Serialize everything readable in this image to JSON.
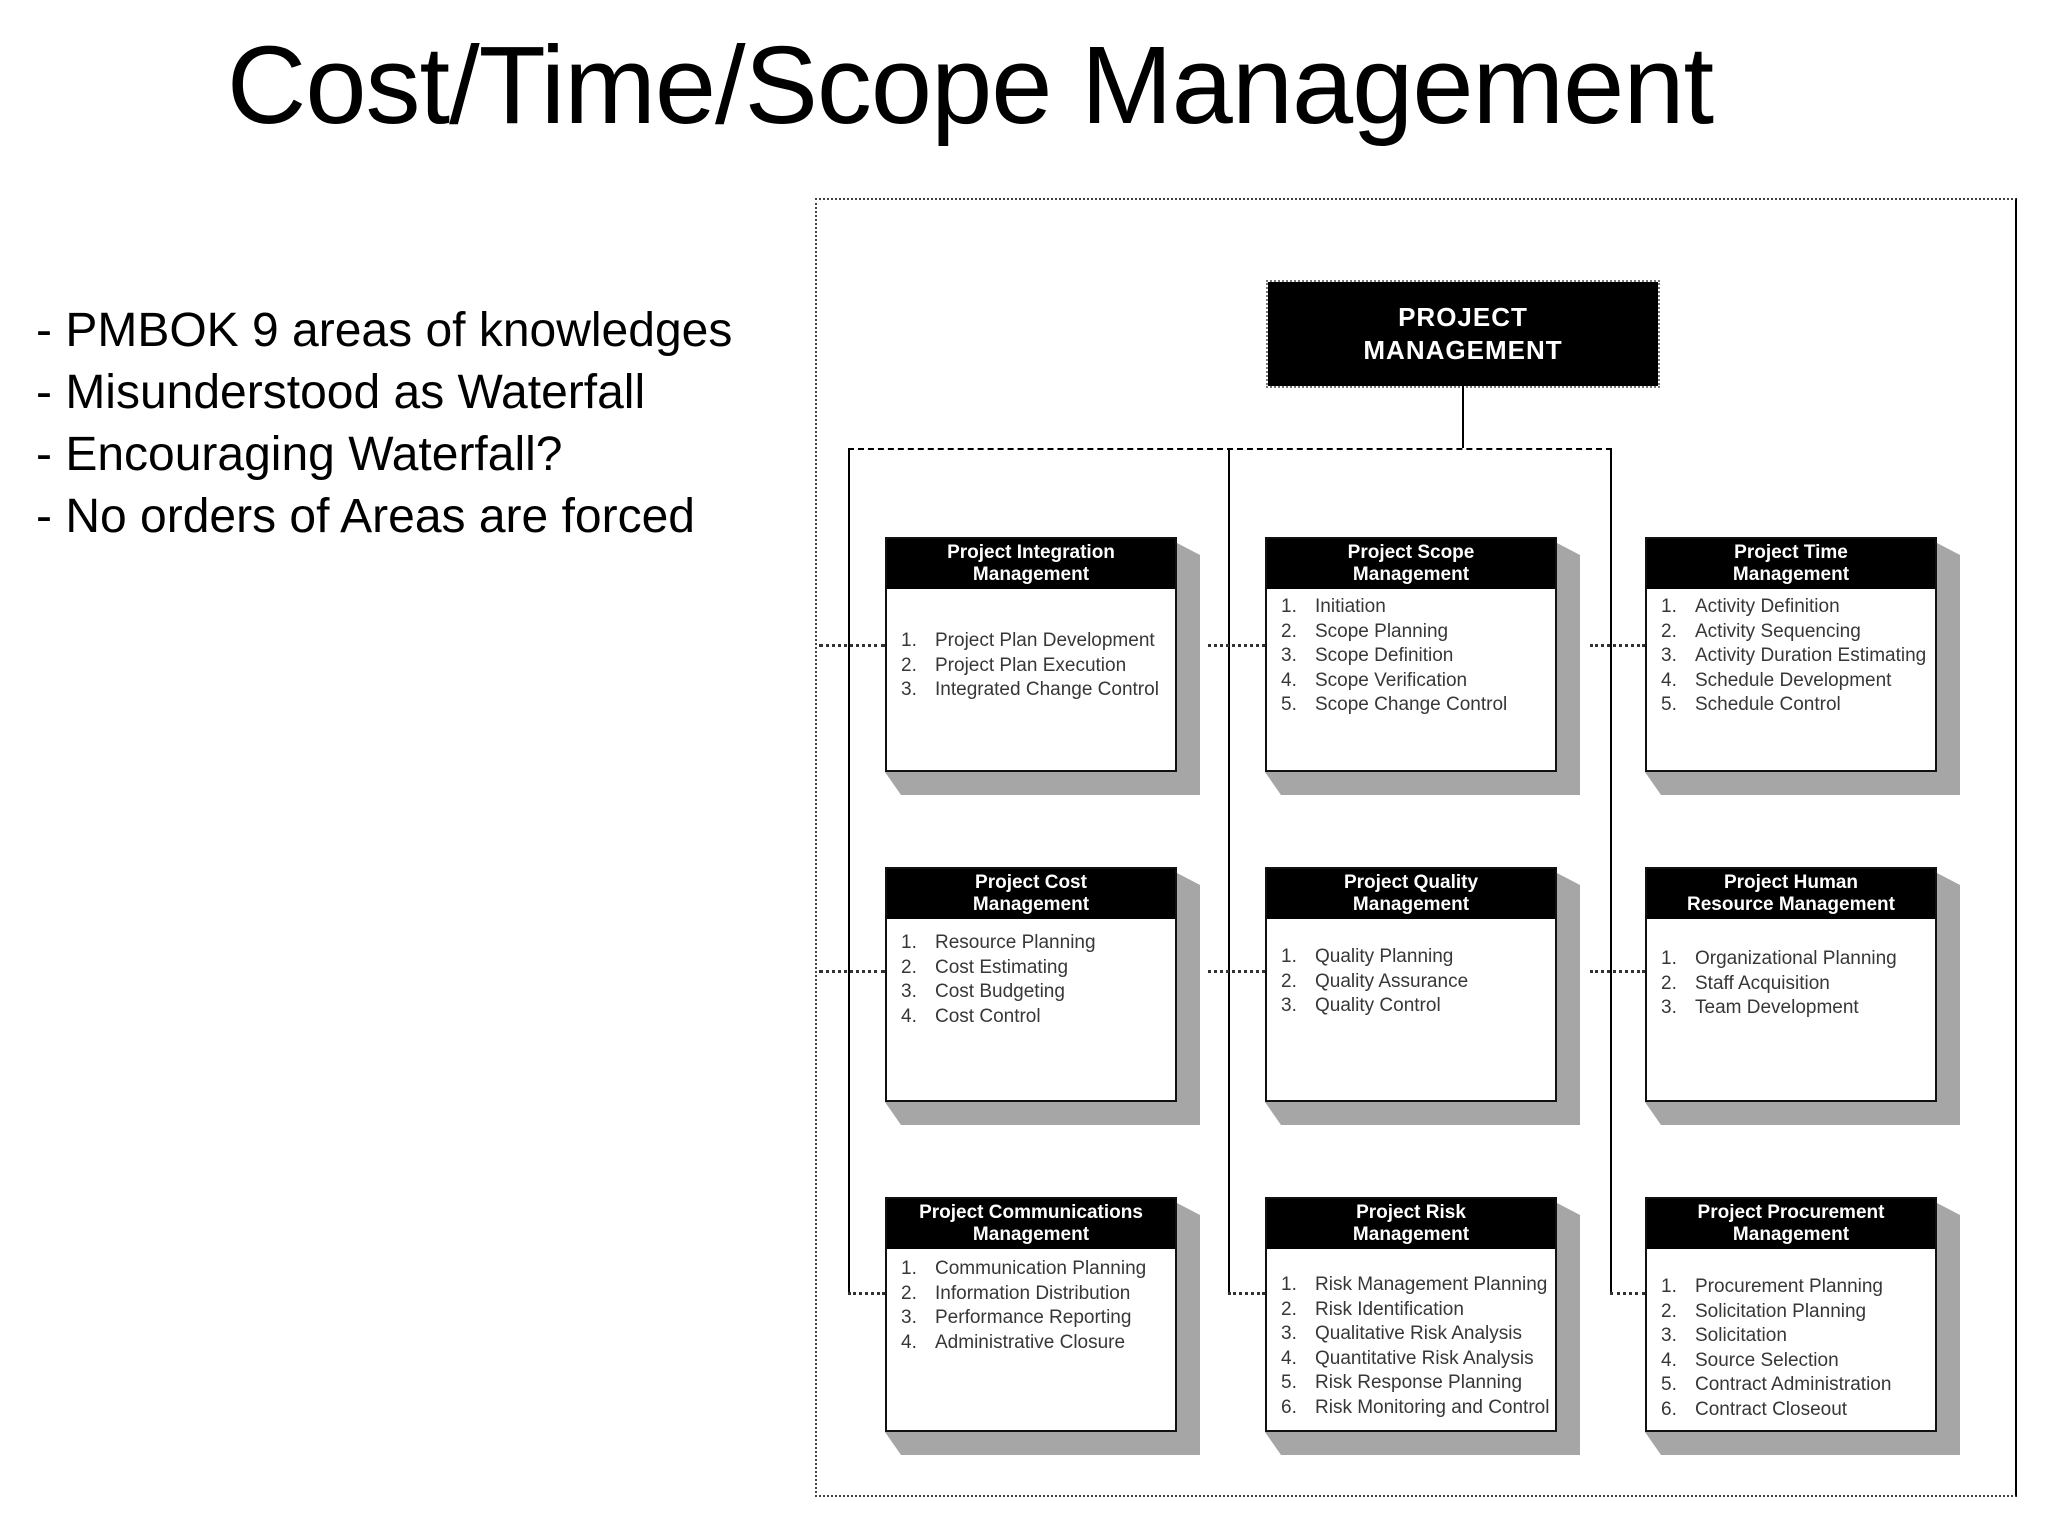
{
  "slide": {
    "title": "Cost/Time/Scope Management",
    "bullets": [
      "- PMBOK 9 areas of knowledges",
      "- Misunderstood as Waterfall",
      "- Encouraging Waterfall?",
      "- No orders of Areas are forced"
    ]
  },
  "diagram": {
    "root": {
      "lines": [
        "PROJECT",
        "MANAGEMENT"
      ]
    },
    "boxes": [
      {
        "id": "integration",
        "title_lines": [
          "Project Integration",
          "Management"
        ],
        "items": [
          "Project Plan Development",
          "Project Plan Execution",
          "Integrated Change Control"
        ]
      },
      {
        "id": "scope",
        "title_lines": [
          "Project Scope",
          "Management"
        ],
        "items": [
          "Initiation",
          "Scope Planning",
          "Scope Definition",
          "Scope Verification",
          "Scope Change Control"
        ]
      },
      {
        "id": "time",
        "title_lines": [
          "Project Time",
          "Management"
        ],
        "items": [
          "Activity Definition",
          "Activity Sequencing",
          "Activity Duration Estimating",
          "Schedule Development",
          "Schedule Control"
        ]
      },
      {
        "id": "cost",
        "title_lines": [
          "Project Cost",
          "Management"
        ],
        "items": [
          "Resource Planning",
          "Cost Estimating",
          "Cost Budgeting",
          "Cost Control"
        ]
      },
      {
        "id": "quality",
        "title_lines": [
          "Project Quality",
          "Management"
        ],
        "items": [
          "Quality Planning",
          "Quality Assurance",
          "Quality Control"
        ]
      },
      {
        "id": "human-resource",
        "title_lines": [
          "Project Human",
          "Resource Management"
        ],
        "items": [
          "Organizational Planning",
          "Staff Acquisition",
          "Team Development"
        ]
      },
      {
        "id": "communications",
        "title_lines": [
          "Project Communications",
          "Management"
        ],
        "items": [
          "Communication Planning",
          "Information Distribution",
          "Performance Reporting",
          "Administrative Closure"
        ]
      },
      {
        "id": "risk",
        "title_lines": [
          "Project Risk",
          "Management"
        ],
        "items": [
          "Risk Management Planning",
          "Risk Identification",
          "Qualitative Risk Analysis",
          "Quantitative Risk Analysis",
          "Risk Response Planning",
          "Risk Monitoring and Control"
        ]
      },
      {
        "id": "procurement",
        "title_lines": [
          "Project Procurement",
          "Management"
        ],
        "items": [
          "Procurement Planning",
          "Solicitation Planning",
          "Solicitation",
          "Source Selection",
          "Contract Administration",
          "Contract Closeout"
        ]
      }
    ],
    "colors": {
      "header_bg": "#000000",
      "header_text": "#ffffff",
      "body_text": "#373737",
      "slab_gray": "#a6a6a6",
      "line": "#000000"
    }
  }
}
